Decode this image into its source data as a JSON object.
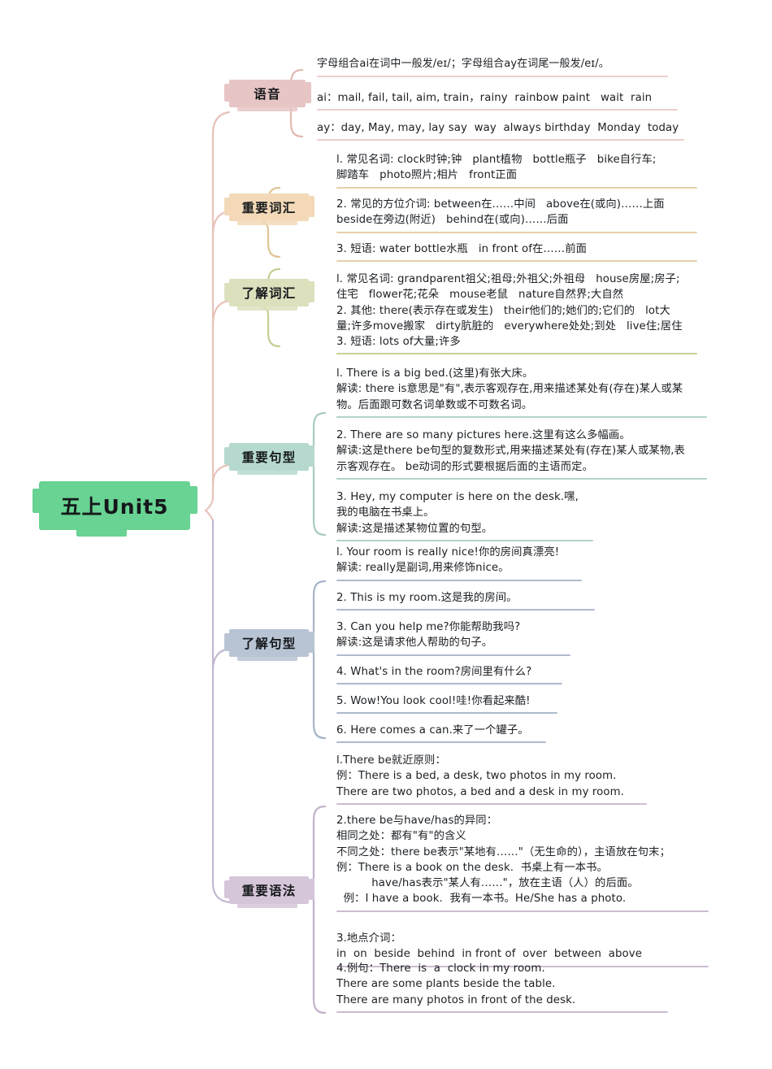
{
  "title": "五上Unit5",
  "colors": {
    "center": "#68d392",
    "phonetics": "#e8c5c5",
    "phonetics_rule": "#eccfc9",
    "key_vocab": "#f3d9b8",
    "key_vocab_rule": "#e8cfa8",
    "learn_vocab": "#dde0bd",
    "learn_vocab_rule": "#c9cf93",
    "key_sentence": "#b6d9cf",
    "key_sentence_rule": "#b2d3c9",
    "learn_sentence": "#b8c4d4",
    "learn_sentence_rule": "#aebbcd",
    "key_grammar": "#d6c6d9",
    "key_grammar_rule": "#cbbcd2",
    "trunk_top": "#e8c2bb",
    "trunk_bottom": "#c3b8d0"
  },
  "branches": [
    {
      "id": "phonetics",
      "label": "语音",
      "note": "字母组合ai在词中一般发/eɪ/；字母组合ay在词尾一般发/eɪ/。",
      "items": [
        {
          "lines": [
            "ai：mail, fail, tail, aim, train，rainy  rainbow paint   wait  rain"
          ]
        },
        {
          "lines": [
            "ay：day, May, may, lay say  way  always birthday  Monday  today"
          ]
        }
      ]
    },
    {
      "id": "key_vocab",
      "label": "重要词汇",
      "items": [
        {
          "lines": [
            "l. 常见名词: clock时钟;钟   plant植物   bottle瓶子   bike自行车;",
            "脚踏车   photo照片;相片   front正面"
          ]
        },
        {
          "lines": [
            "2. 常见的方位介词: between在……中间   above在(或向)……上面",
            "beside在旁边(附近)   behind在(或向)……后面"
          ]
        },
        {
          "lines": [
            "3. 短语: water bottle水瓶   in front of在……前面"
          ]
        }
      ]
    },
    {
      "id": "learn_vocab",
      "label": "了解词汇",
      "items": [
        {
          "lines": [
            "l. 常见名词: grandparent祖父;祖母;外祖父;外祖母   house房屋;房子;",
            "住宅   flower花;花朵   mouse老鼠   nature自然界;大自然",
            "2. 其他: there(表示存在或发生)   their他们的;她们的;它们的   lot大",
            "量;许多move搬家   dirty肮脏的   everywhere处处;到处   live住;居住",
            "3. 短语: lots of大量;许多"
          ]
        }
      ]
    },
    {
      "id": "key_sentence",
      "label": "重要句型",
      "items": [
        {
          "lines": [
            "l. There is a big bed.(这里)有张大床。",
            "解读: there is意思是\"有\",表示客观存在,用来描述某处有(存在)某人或某",
            "物。后面跟可数名词单数或不可数名词。"
          ]
        },
        {
          "lines": [
            "2. There are so many pictures here.这里有这么多幅画。",
            "解读:这是there be句型的复数形式,用来描述某处有(存在)某人或某物,表",
            "示客观存在。 be动词的形式要根据后面的主语而定。"
          ]
        },
        {
          "lines": [
            "3. Hey, my computer is here on the desk.嘿,",
            "我的电脑在书桌上。",
            "解读:这是描述某物位置的句型。"
          ]
        }
      ]
    },
    {
      "id": "learn_sentence",
      "label": "了解句型",
      "items": [
        {
          "lines": [
            "l. Your room is really nice!你的房间真漂亮!",
            "解读: really是副词,用来修饰nice。"
          ]
        },
        {
          "lines": [
            "2. This is my room.这是我的房间。"
          ]
        },
        {
          "lines": [
            "3. Can you help me?你能帮助我吗?",
            "解读:这是请求他人帮助的句子。"
          ]
        },
        {
          "lines": [
            "4. What's in the room?房间里有什么?"
          ]
        },
        {
          "lines": [
            "5. Wow!You look cool!哇!你看起来酷!"
          ]
        },
        {
          "lines": [
            "6. Here comes a can.来了一个罐子。"
          ]
        }
      ]
    },
    {
      "id": "key_grammar",
      "label": "重要语法",
      "items": [
        {
          "lines": [
            "l.There be就近原则：",
            "例：There is a bed, a desk, two photos in my room.",
            "There are two photos, a bed and a desk in my room."
          ]
        },
        {
          "lines": [
            "2.there be与have/has的异同：",
            "相同之处：都有\"有\"的含义",
            "不同之处：there be表示\"某地有……\"（无生命的），主语放在句末；",
            "例：There is a book on the desk.  书桌上有一本书。",
            "          have/has表示\"某人有……\"，放在主语（人）的后面。",
            "  例：I have a book.  我有一本书。He/She has a photo."
          ]
        },
        {
          "lines": [
            "3.地点介词：",
            "in  on  beside  behind  in front of  over  between  above"
          ]
        },
        {
          "lines": [
            "4.例句：There  is  a  clock in my room.",
            "There are some plants beside the table.",
            "There are many photos in front of the desk."
          ]
        }
      ]
    }
  ]
}
